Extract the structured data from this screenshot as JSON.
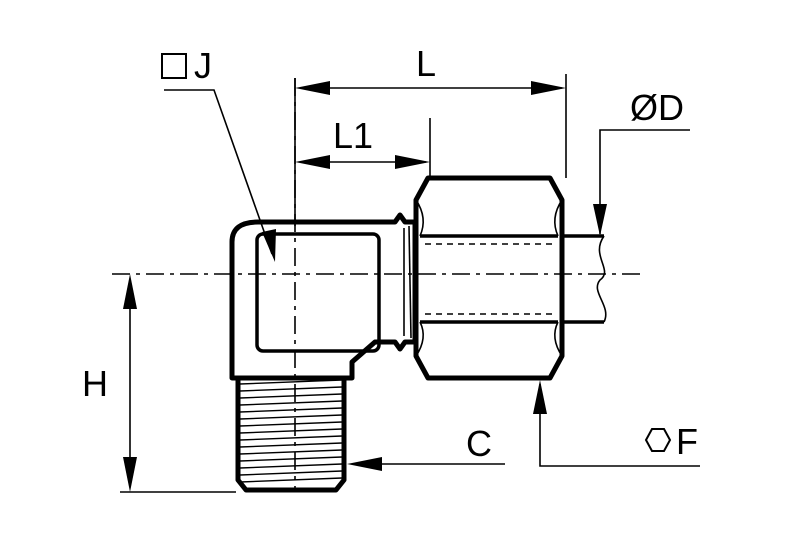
{
  "labels": {
    "square_j": "J",
    "L": "L",
    "L1": "L1",
    "diameter_d": "ØD",
    "H": "H",
    "C": "C",
    "hex_f": "F"
  },
  "icons": {
    "square": "square-icon",
    "hexagon": "hexagon-icon"
  }
}
